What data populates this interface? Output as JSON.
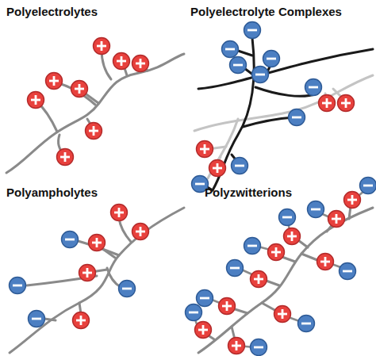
{
  "diagram": {
    "labels": [
      "Polyelectrolytes",
      "Polyelectrolyte Complexes",
      "Polyampholytes",
      "Polyzwitterions"
    ]
  }
}
